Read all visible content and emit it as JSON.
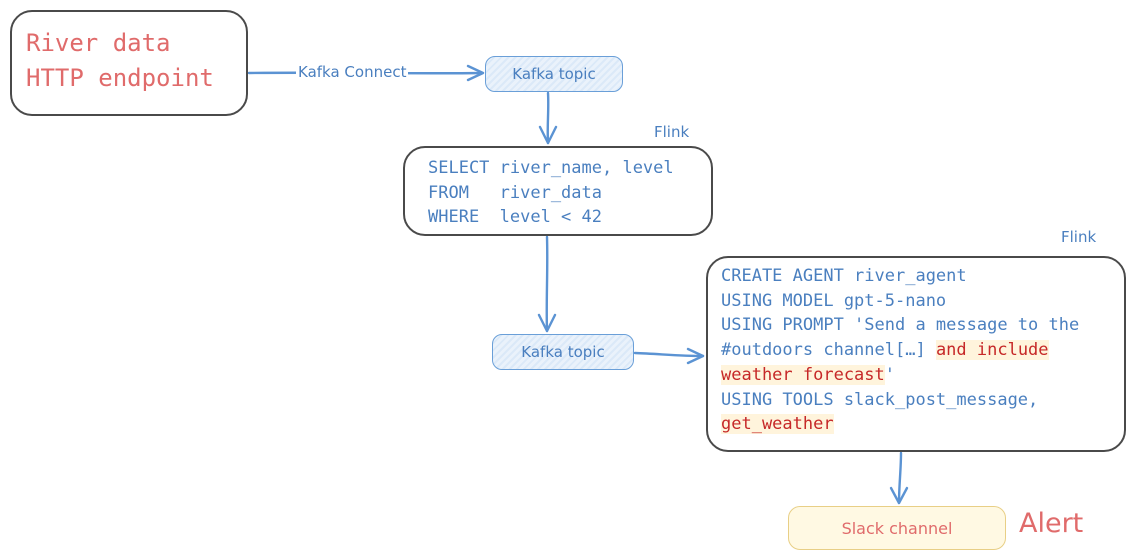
{
  "source": {
    "lines": [
      "River data",
      "HTTP endpoint"
    ]
  },
  "connector_label": "Kafka Connect",
  "topics": [
    "Kafka topic",
    "Kafka topic"
  ],
  "flink_labels": [
    "Flink",
    "Flink"
  ],
  "sql_query": {
    "lines": [
      "SELECT river_name, level",
      "FROM   river_data",
      "WHERE  level < 42"
    ]
  },
  "agent_query": {
    "line1": "CREATE AGENT river_agent",
    "line2": "USING MODEL gpt-5-nano",
    "line3": "USING PROMPT 'Send a message to the",
    "line4_plain": "#outdoors channel[…] ",
    "line4_highlight": "and include",
    "line5_highlight": "weather forecast",
    "line5_plain": "'",
    "line6": "USING TOOLS slack_post_message,",
    "line7_highlight": "get_weather"
  },
  "sink": "Slack channel",
  "alert_label": "Alert",
  "colors": {
    "accent_blue": "#4a7fbf",
    "arrow_blue": "#5b93d3",
    "source_red": "#e06b6b",
    "highlight_red": "#c62828",
    "highlight_bg": "#fff4dc",
    "sink_bg": "#fff9e3"
  }
}
